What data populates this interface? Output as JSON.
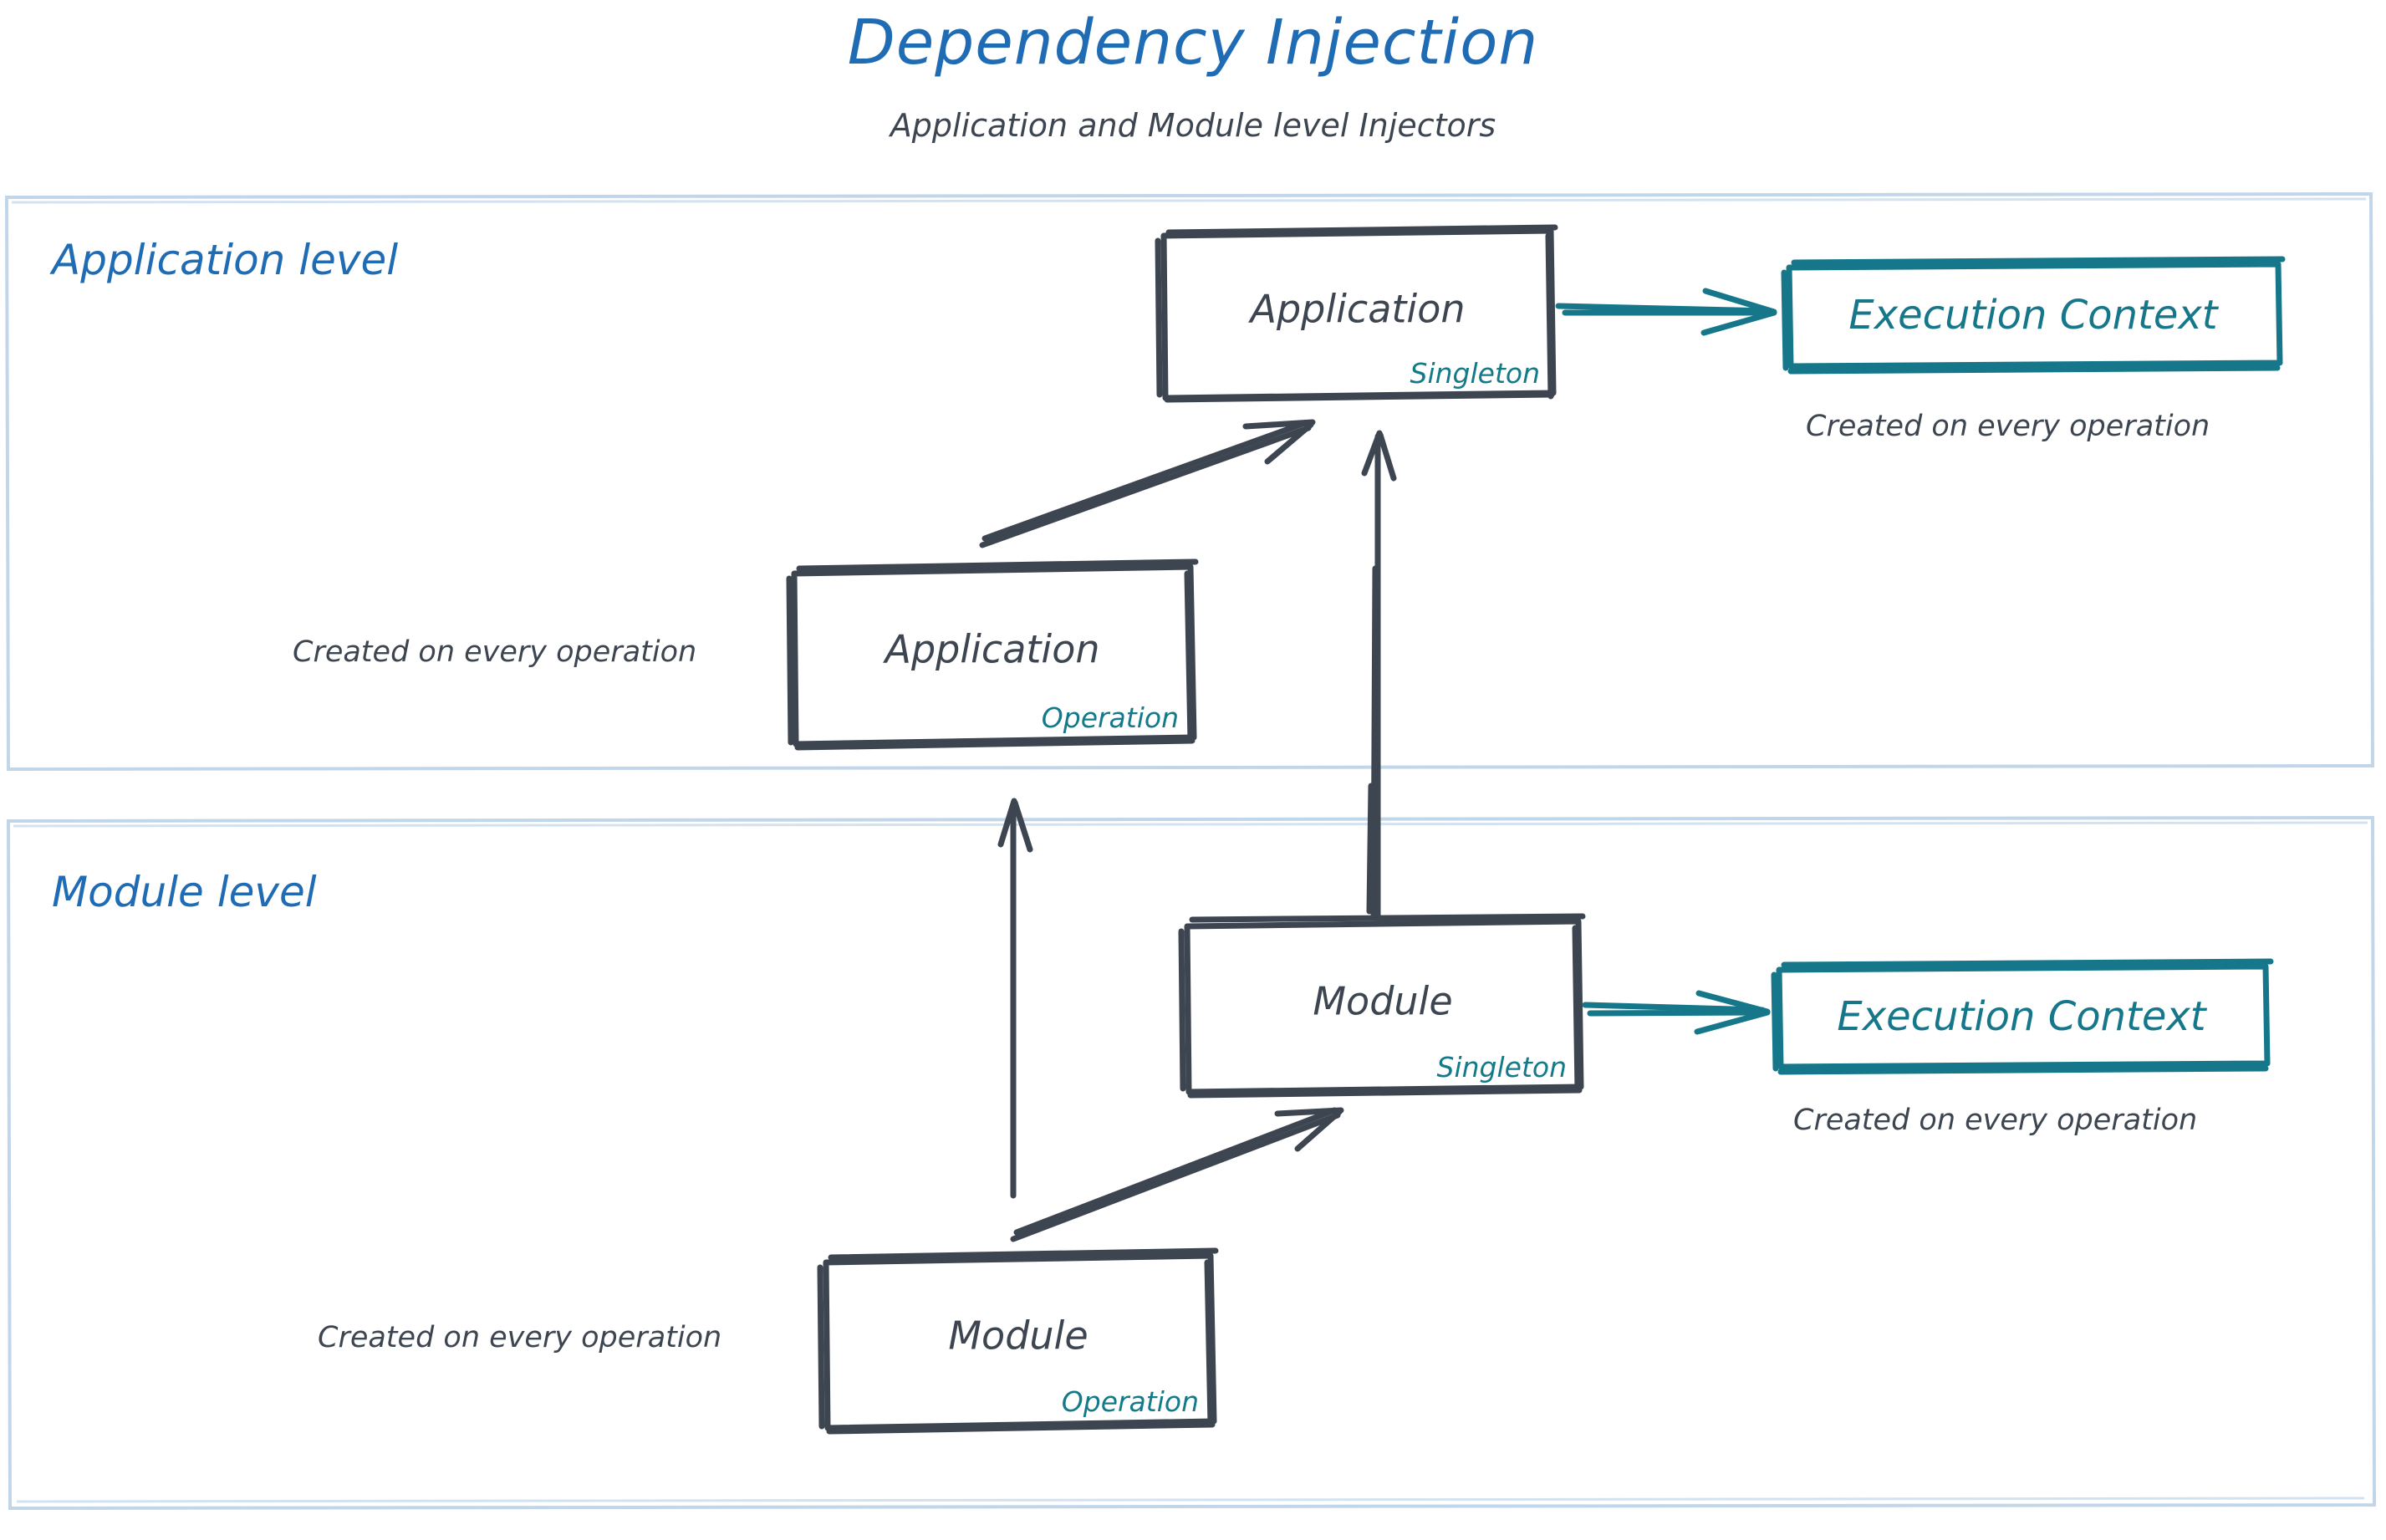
{
  "header": {
    "title": "Dependency Injection",
    "subtitle": "Application and Module level Injectors"
  },
  "colors": {
    "title_blue": "#1f6cb5",
    "ink_dark": "#3d4550",
    "teal": "#16778b",
    "container_border": "#c2d6ea",
    "background": "#ffffff"
  },
  "containers": [
    {
      "id": "application-level",
      "label": "Application level"
    },
    {
      "id": "module-level",
      "label": "Module level"
    }
  ],
  "nodes": [
    {
      "id": "application-singleton",
      "title": "Application",
      "scope": "Singleton",
      "style": "dark-sketch",
      "level": "Application level"
    },
    {
      "id": "application-execution-context",
      "title": "Execution Context",
      "scope": "",
      "style": "teal-sketch",
      "level": "Application level",
      "caption": "Created on every operation"
    },
    {
      "id": "application-operation",
      "title": "Application",
      "scope": "Operation",
      "style": "dark-sketch",
      "level": "Application level",
      "caption": "Created on every operation"
    },
    {
      "id": "module-singleton",
      "title": "Module",
      "scope": "Singleton",
      "style": "dark-sketch",
      "level": "Module level"
    },
    {
      "id": "module-execution-context",
      "title": "Execution Context",
      "scope": "",
      "style": "teal-sketch",
      "level": "Module level",
      "caption": "Created on every operation"
    },
    {
      "id": "module-operation",
      "title": "Module",
      "scope": "Operation",
      "style": "dark-sketch",
      "level": "Module level",
      "caption": "Created on every operation"
    }
  ],
  "captions": {
    "application_execution_context": "Created on every operation",
    "application_operation": "Created on every operation",
    "module_execution_context": "Created on every operation",
    "module_operation": "Created on every operation"
  },
  "edges": [
    {
      "from": "application-operation",
      "to": "application-singleton",
      "color": "#3d4550",
      "kind": "diagonal"
    },
    {
      "from": "application-singleton",
      "to": "application-execution-context",
      "color": "#16778b",
      "kind": "horizontal"
    },
    {
      "from": "module-singleton",
      "to": "application-singleton",
      "color": "#3d4550",
      "kind": "vertical"
    },
    {
      "from": "module-operation",
      "to": "application-operation",
      "color": "#3d4550",
      "kind": "vertical"
    },
    {
      "from": "module-operation",
      "to": "module-singleton",
      "color": "#3d4550",
      "kind": "diagonal"
    },
    {
      "from": "module-singleton",
      "to": "module-execution-context",
      "color": "#16778b",
      "kind": "horizontal"
    }
  ]
}
